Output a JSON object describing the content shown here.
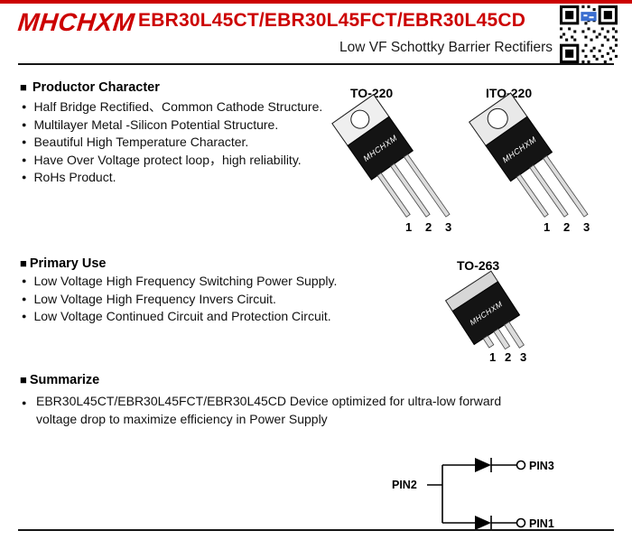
{
  "colors": {
    "accent": "#cc0000",
    "ink": "#111111",
    "qr_overlay_blue": "#3a6ed0"
  },
  "icons": {
    "square_bullet": "■",
    "dot_bullet": "●"
  },
  "header": {
    "logo": "MHCHXM",
    "title": "EBR30L45CT/EBR30L45FCT/EBR30L45CD",
    "subtitle": "Low VF Schottky Barrier Rectifiers"
  },
  "sections": {
    "productor": {
      "heading": "Productor Character",
      "items": [
        "Half Bridge Rectified、Common Cathode Structure.",
        "Multilayer Metal -Silicon Potential Structure.",
        "Beautiful High Temperature Character.",
        "Have Over Voltage protect loop，high reliability.",
        "RoHs Product."
      ]
    },
    "primary": {
      "heading": "Primary Use",
      "items": [
        "Low Voltage High Frequency Switching Power Supply.",
        "Low Voltage High Frequency Invers Circuit.",
        "Low Voltage Continued Circuit and Protection Circuit."
      ]
    },
    "summarize": {
      "heading": "Summarize",
      "items": [
        "EBR30L45CT/EBR30L45FCT/EBR30L45CD Device optimized for ultra-low forward voltage drop to maximize efficiency in Power Supply"
      ]
    }
  },
  "packages": [
    {
      "name": "TO-220",
      "brand": "MHCHXM",
      "pins": [
        "1",
        "2",
        "3"
      ]
    },
    {
      "name": "ITO-220",
      "brand": "MHCHXM",
      "pins": [
        "1",
        "2",
        "3"
      ]
    },
    {
      "name": "TO-263",
      "brand": "MHCHXM",
      "pins": [
        "1",
        "2",
        "3"
      ]
    }
  ],
  "circuit": {
    "pin1": "PIN1",
    "pin2": "PIN2",
    "pin3": "PIN3"
  }
}
